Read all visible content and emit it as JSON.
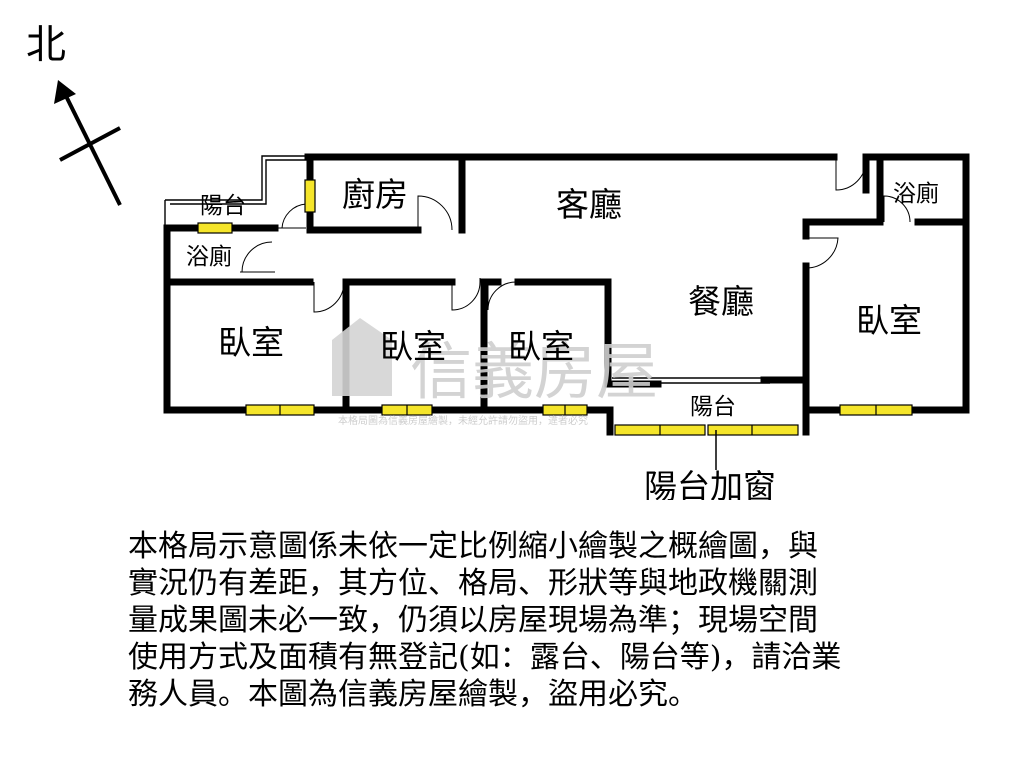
{
  "compass": {
    "label": "北"
  },
  "rooms": {
    "kitchen": "廚房",
    "living_room": "客廳",
    "dining_room": "餐廳",
    "balcony_left": "陽台",
    "bath_left": "浴廁",
    "bath_right": "浴廁",
    "bedroom_1": "臥室",
    "bedroom_2": "臥室",
    "bedroom_3": "臥室",
    "bedroom_4": "臥室",
    "balcony_bottom": "陽台"
  },
  "callout": {
    "label": "陽台加窗"
  },
  "watermark": {
    "brand": "信義房屋",
    "notice": "本格局圖為信義房屋繪製，未經允許請勿盜用，違者必究"
  },
  "disclaimer": {
    "lines": [
      "本格局示意圖係未依一定比例縮小繪製之概繪圖，與",
      "實況仍有差距，其方位、格局、形狀等與地政機關測",
      "量成果圖未必一致，仍須以房屋現場為準；現場空間",
      "使用方式及面積有無登記(如：露台、陽台等)，請洽業",
      "務人員。本圖為信義房屋繪製，盜用必究。"
    ]
  }
}
